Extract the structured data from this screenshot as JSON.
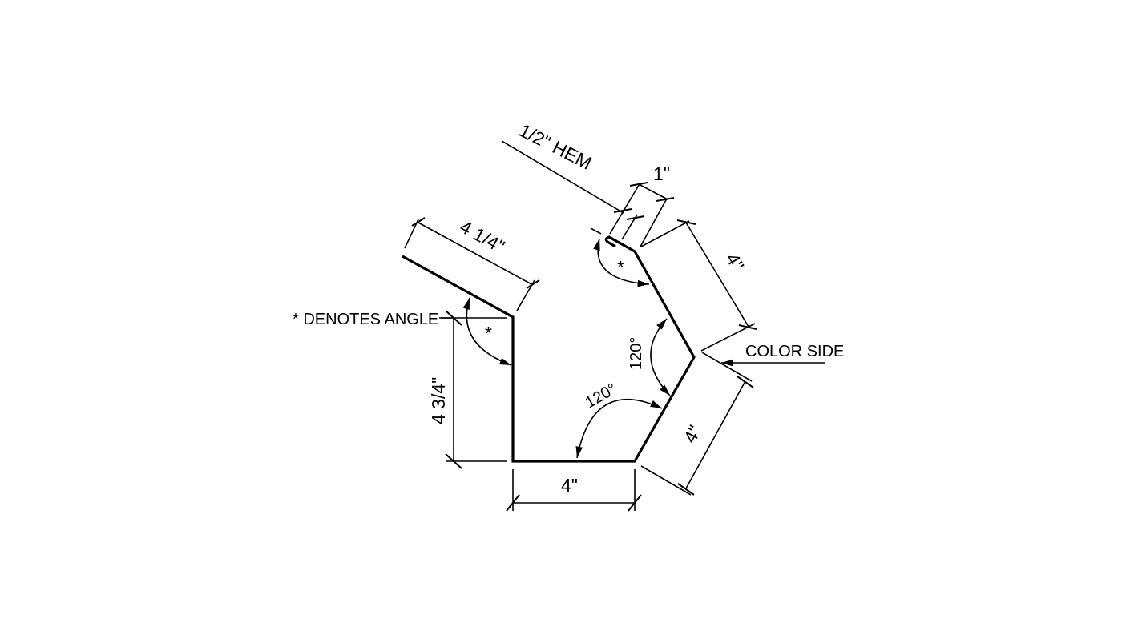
{
  "drawing": {
    "notes": {
      "legend": "* DENOTES ANGLE",
      "color_side": "COLOR SIDE",
      "hem": "1/2\" HEM"
    },
    "dimensions": {
      "top_left_flange": "4 1/4\"",
      "left_wall": "4 3/4\"",
      "bottom": "4\"",
      "lower_right": "4\"",
      "upper_right": "4\"",
      "hem_leg": "1\""
    },
    "angles": {
      "left_marker": "*",
      "hem_marker": "*",
      "bottom_right": "120°",
      "right_apex": "120°"
    }
  }
}
